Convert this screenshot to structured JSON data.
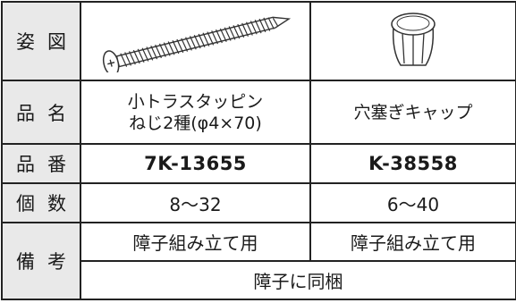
{
  "headers": {
    "figure": "姿図",
    "product_name": "品名",
    "product_number": "品番",
    "quantity": "個数",
    "remarks": "備考"
  },
  "products": [
    {
      "figure_icon": "screw-icon",
      "name_line1": "小トラスタッピン",
      "name_line2": "ねじ2種(φ4×70)",
      "number": "7K-13655",
      "quantity": "8〜32",
      "remark": "障子組み立て用"
    },
    {
      "figure_icon": "plug-cap-icon",
      "name_line1": "穴塞ぎキャップ",
      "number": "K-38558",
      "quantity": "6〜40",
      "remark": "障子組み立て用"
    }
  ],
  "shared_remark": "障子に同梱",
  "colors": {
    "header_bg": "#e9e9e9",
    "border": "#222222"
  }
}
